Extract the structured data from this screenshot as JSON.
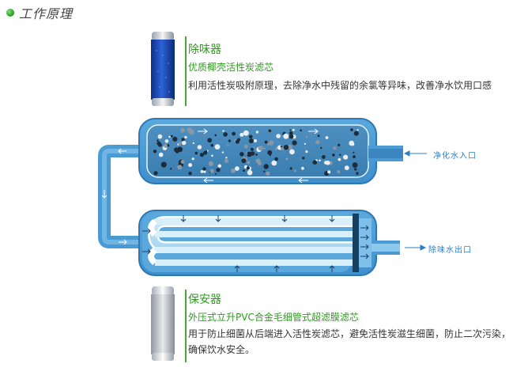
{
  "section": {
    "title": "工作原理"
  },
  "top_filter": {
    "name": "除味器",
    "subtitle": "优质椰壳活性炭滤芯",
    "description": "利用活性炭吸附原理，去除净水中残留的余氯等异味，改善净水饮用口感"
  },
  "bottom_filter": {
    "name": "保安器",
    "subtitle": "外压式立升PVC合金毛细管式超滤膜滤芯",
    "description_lines": [
      "用于防止细菌从后端进入活性炭滤芯，避免活性炭滋生细菌，防止二次污染，",
      "确保饮水安全。"
    ]
  },
  "flow": {
    "inlet_label": "净化水入口",
    "outlet_label": "除味水出口"
  },
  "colors": {
    "accent_green": "#2f9a1f",
    "tank_blue": "#4f9fd6",
    "water_blue": "#bfe3f7",
    "arrow_blue": "#2a7fc8"
  },
  "icons": [
    "carbon-cartridge-icon",
    "uf-cartridge-icon",
    "inlet-arrow-icon",
    "outlet-arrow-icon"
  ]
}
